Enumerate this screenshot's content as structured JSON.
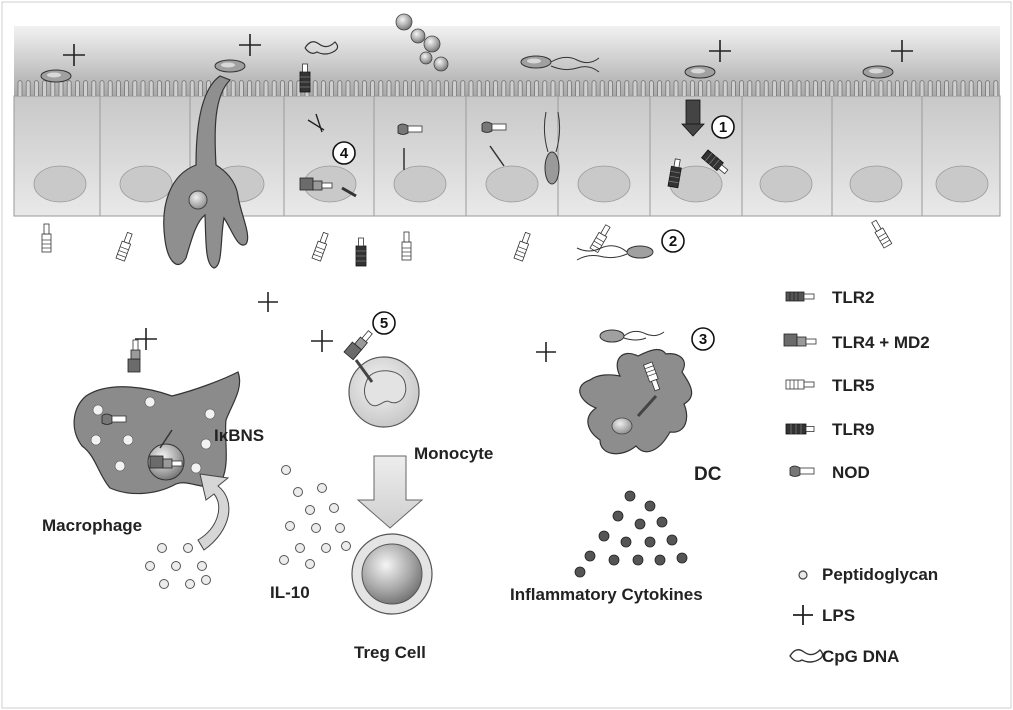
{
  "steps": [
    "1",
    "2",
    "3",
    "4",
    "5"
  ],
  "cells": {
    "macrophage": "Macrophage",
    "ikbns": "IκBNS",
    "monocyte": "Monocyte",
    "dc": "DC",
    "treg": "Treg Cell",
    "il10": "IL-10",
    "cytokines": "Inflammatory Cytokines"
  },
  "legend": {
    "tlr2": "TLR2",
    "tlr4": "TLR4 + MD2",
    "tlr5": "TLR5",
    "tlr9": "TLR9",
    "nod": "NOD",
    "peptidoglycan": "Peptidoglycan",
    "lps": "LPS",
    "cpg": "CpG DNA"
  },
  "colors": {
    "epithelium": "#d4d4d4",
    "lumen_band": "#bdbdbd",
    "cell_body": "#8c8c8c",
    "dark": "#3a3a3a",
    "light": "#e6e6e6"
  }
}
